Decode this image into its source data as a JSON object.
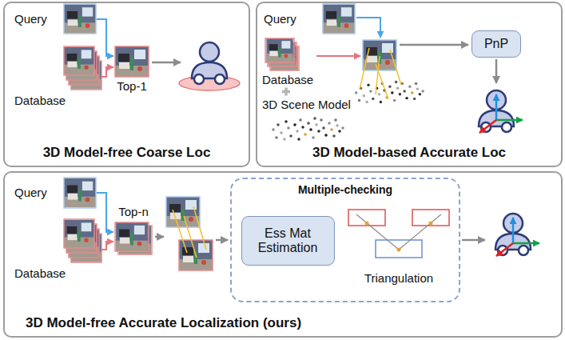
{
  "diagram": {
    "nodes": [
      {
        "text": [
          "3D Model-free Coarse Loc"
        ]
      },
      {
        "text": [
          "Query"
        ],
        "in": 0
      },
      {
        "text": [
          "Database"
        ],
        "in": 0
      },
      {
        "text": [
          "Top-1"
        ],
        "in": 0
      },
      {
        "text": [
          "3D Model-based Accurate Loc"
        ]
      },
      {
        "text": [
          "Query"
        ],
        "in": 4
      },
      {
        "text": [
          "Database"
        ],
        "in": 4
      },
      {
        "text": [
          "3D Scene Model"
        ],
        "in": 4
      },
      {
        "text": [
          "PnP"
        ],
        "in": 4
      },
      {
        "text": [
          "3D Model-free Accurate Localization (ours)"
        ]
      },
      {
        "text": [
          "Query"
        ],
        "in": 9
      },
      {
        "text": [
          "Database"
        ],
        "in": 9
      },
      {
        "text": [
          "Top-n"
        ],
        "in": 9
      },
      {
        "text": [
          "Multiple-checking"
        ],
        "in": 9
      },
      {
        "text": [
          "Ess Mat Estimation"
        ],
        "in": 13
      },
      {
        "text": [
          "Triangulation"
        ],
        "in": 13
      }
    ],
    "edges": [
      {
        "from": 1,
        "to": 3,
        "arrow": "to"
      },
      {
        "from": 2,
        "to": 3,
        "arrow": "to"
      },
      {
        "from": 10,
        "to": 12,
        "arrow": "to"
      },
      {
        "from": 11,
        "to": 12,
        "arrow": "to"
      }
    ]
  }
}
